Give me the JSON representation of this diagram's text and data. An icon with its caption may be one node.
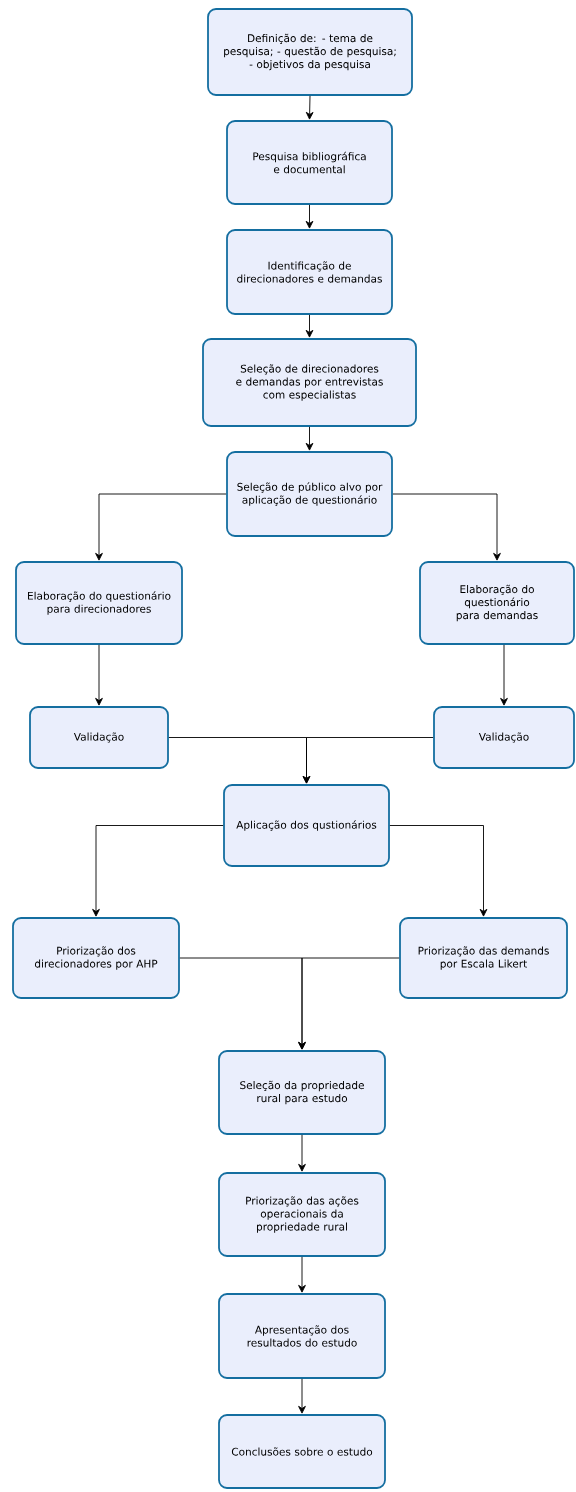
{
  "diagram": {
    "nodes": [
      {
        "text": [
          "Definição de: - tema de pesquisa; - questão de pesquisa; - objetivos da pesquisa"
        ]
      },
      {
        "text": [
          "Pesquisa bibliográfica e documental"
        ]
      },
      {
        "text": [
          "Identificação de direcionadores e demandas"
        ]
      },
      {
        "text": [
          "Seleção de direcionadores e demandas por entrevistas com especialistas"
        ]
      },
      {
        "text": [
          "Seleção de público alvo por aplicação de questionário"
        ]
      },
      {
        "text": [
          "Elaboração do questionário para direcionadores"
        ]
      },
      {
        "text": [
          "Elaboração do questionário para demandas"
        ]
      },
      {
        "text": [
          "Validação"
        ]
      },
      {
        "text": [
          "Validação"
        ]
      },
      {
        "text": [
          "Aplicação dos qustionários"
        ]
      },
      {
        "text": [
          "Priorização dos direcionadores por AHP"
        ]
      },
      {
        "text": [
          "Priorização das demands por Escala Likert"
        ]
      },
      {
        "text": [
          "Seleção da propriedade rural para estudo"
        ]
      },
      {
        "text": [
          "Priorização das ações operacionais da propriedade rural"
        ]
      },
      {
        "text": [
          "Apresentação dos resultados do estudo"
        ]
      },
      {
        "text": [
          "Conclusões sobre o estudo"
        ]
      }
    ],
    "edges": [
      {
        "from": 0,
        "to": 1,
        "arrow": "to"
      },
      {
        "from": 1,
        "to": 2,
        "arrow": "to"
      },
      {
        "from": 2,
        "to": 3,
        "arrow": "to"
      },
      {
        "from": 3,
        "to": 4,
        "arrow": "to"
      },
      {
        "from": 4,
        "to": 5,
        "arrow": "to"
      },
      {
        "from": 4,
        "to": 6,
        "arrow": "to"
      },
      {
        "from": 5,
        "to": 7,
        "arrow": "to"
      },
      {
        "from": 6,
        "to": 8,
        "arrow": "to"
      },
      {
        "from": 7,
        "to": 9,
        "arrow": "to"
      },
      {
        "from": 8,
        "to": 9,
        "arrow": "to"
      },
      {
        "from": 9,
        "to": 10,
        "arrow": "to"
      },
      {
        "from": 9,
        "to": 11,
        "arrow": "to"
      },
      {
        "from": 10,
        "to": 12,
        "arrow": "to"
      },
      {
        "from": 11,
        "to": 12,
        "arrow": "to"
      },
      {
        "from": 12,
        "to": 13,
        "arrow": "to"
      },
      {
        "from": 13,
        "to": 14,
        "arrow": "to"
      },
      {
        "from": 14,
        "to": 15,
        "arrow": "to"
      }
    ]
  }
}
